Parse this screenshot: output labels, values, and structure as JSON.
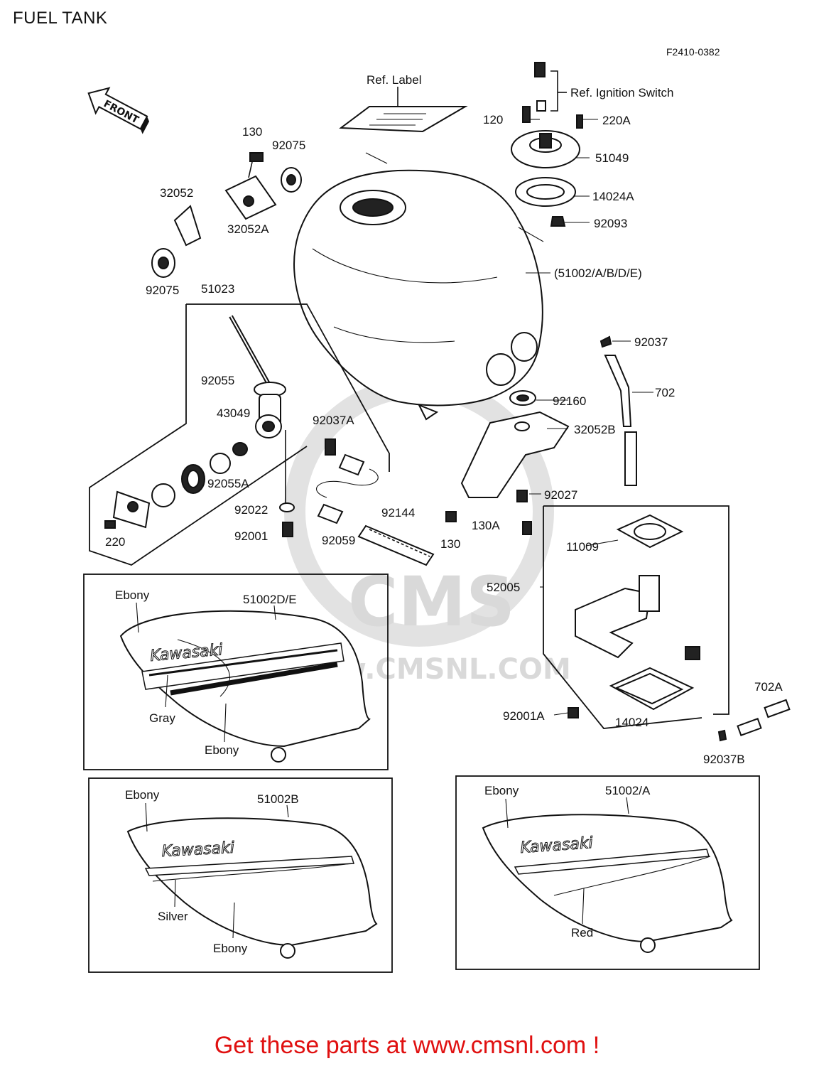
{
  "title": "FUEL TANK",
  "figure_code": "F2410-0382",
  "front_arrow": "FRONT",
  "ref_labels": {
    "ref_label": "Ref. Label",
    "ref_ignition_switch": "Ref. Ignition Switch"
  },
  "part_numbers": [
    "120",
    "220A",
    "51049",
    "14024A",
    "92093",
    "(51002/A/B/D/E)",
    "92037",
    "702",
    "92160",
    "32052B",
    "92027",
    "130A",
    "130",
    "92144",
    "92059",
    "92037A",
    "92001",
    "92022",
    "220",
    "92055A",
    "43049",
    "92055",
    "51023",
    "92075",
    "32052A",
    "32052",
    "92075",
    "11009",
    "52005",
    "14024",
    "92001A",
    "702A",
    "92037B"
  ],
  "variants": [
    {
      "part": "51002D/E",
      "colors": [
        "Ebony",
        "Gray",
        "Ebony"
      ],
      "brand": "Kawasaki"
    },
    {
      "part": "51002B",
      "colors": [
        "Ebony",
        "Silver",
        "Ebony"
      ],
      "brand": "Kawasaki"
    },
    {
      "part": "51002/A",
      "colors": [
        "Ebony",
        "Red"
      ],
      "brand": "Kawasaki"
    }
  ],
  "watermark": {
    "logo": "CMS",
    "url": "www.CMSNL.COM"
  },
  "footer": "Get these parts at www.cmsnl.com !"
}
